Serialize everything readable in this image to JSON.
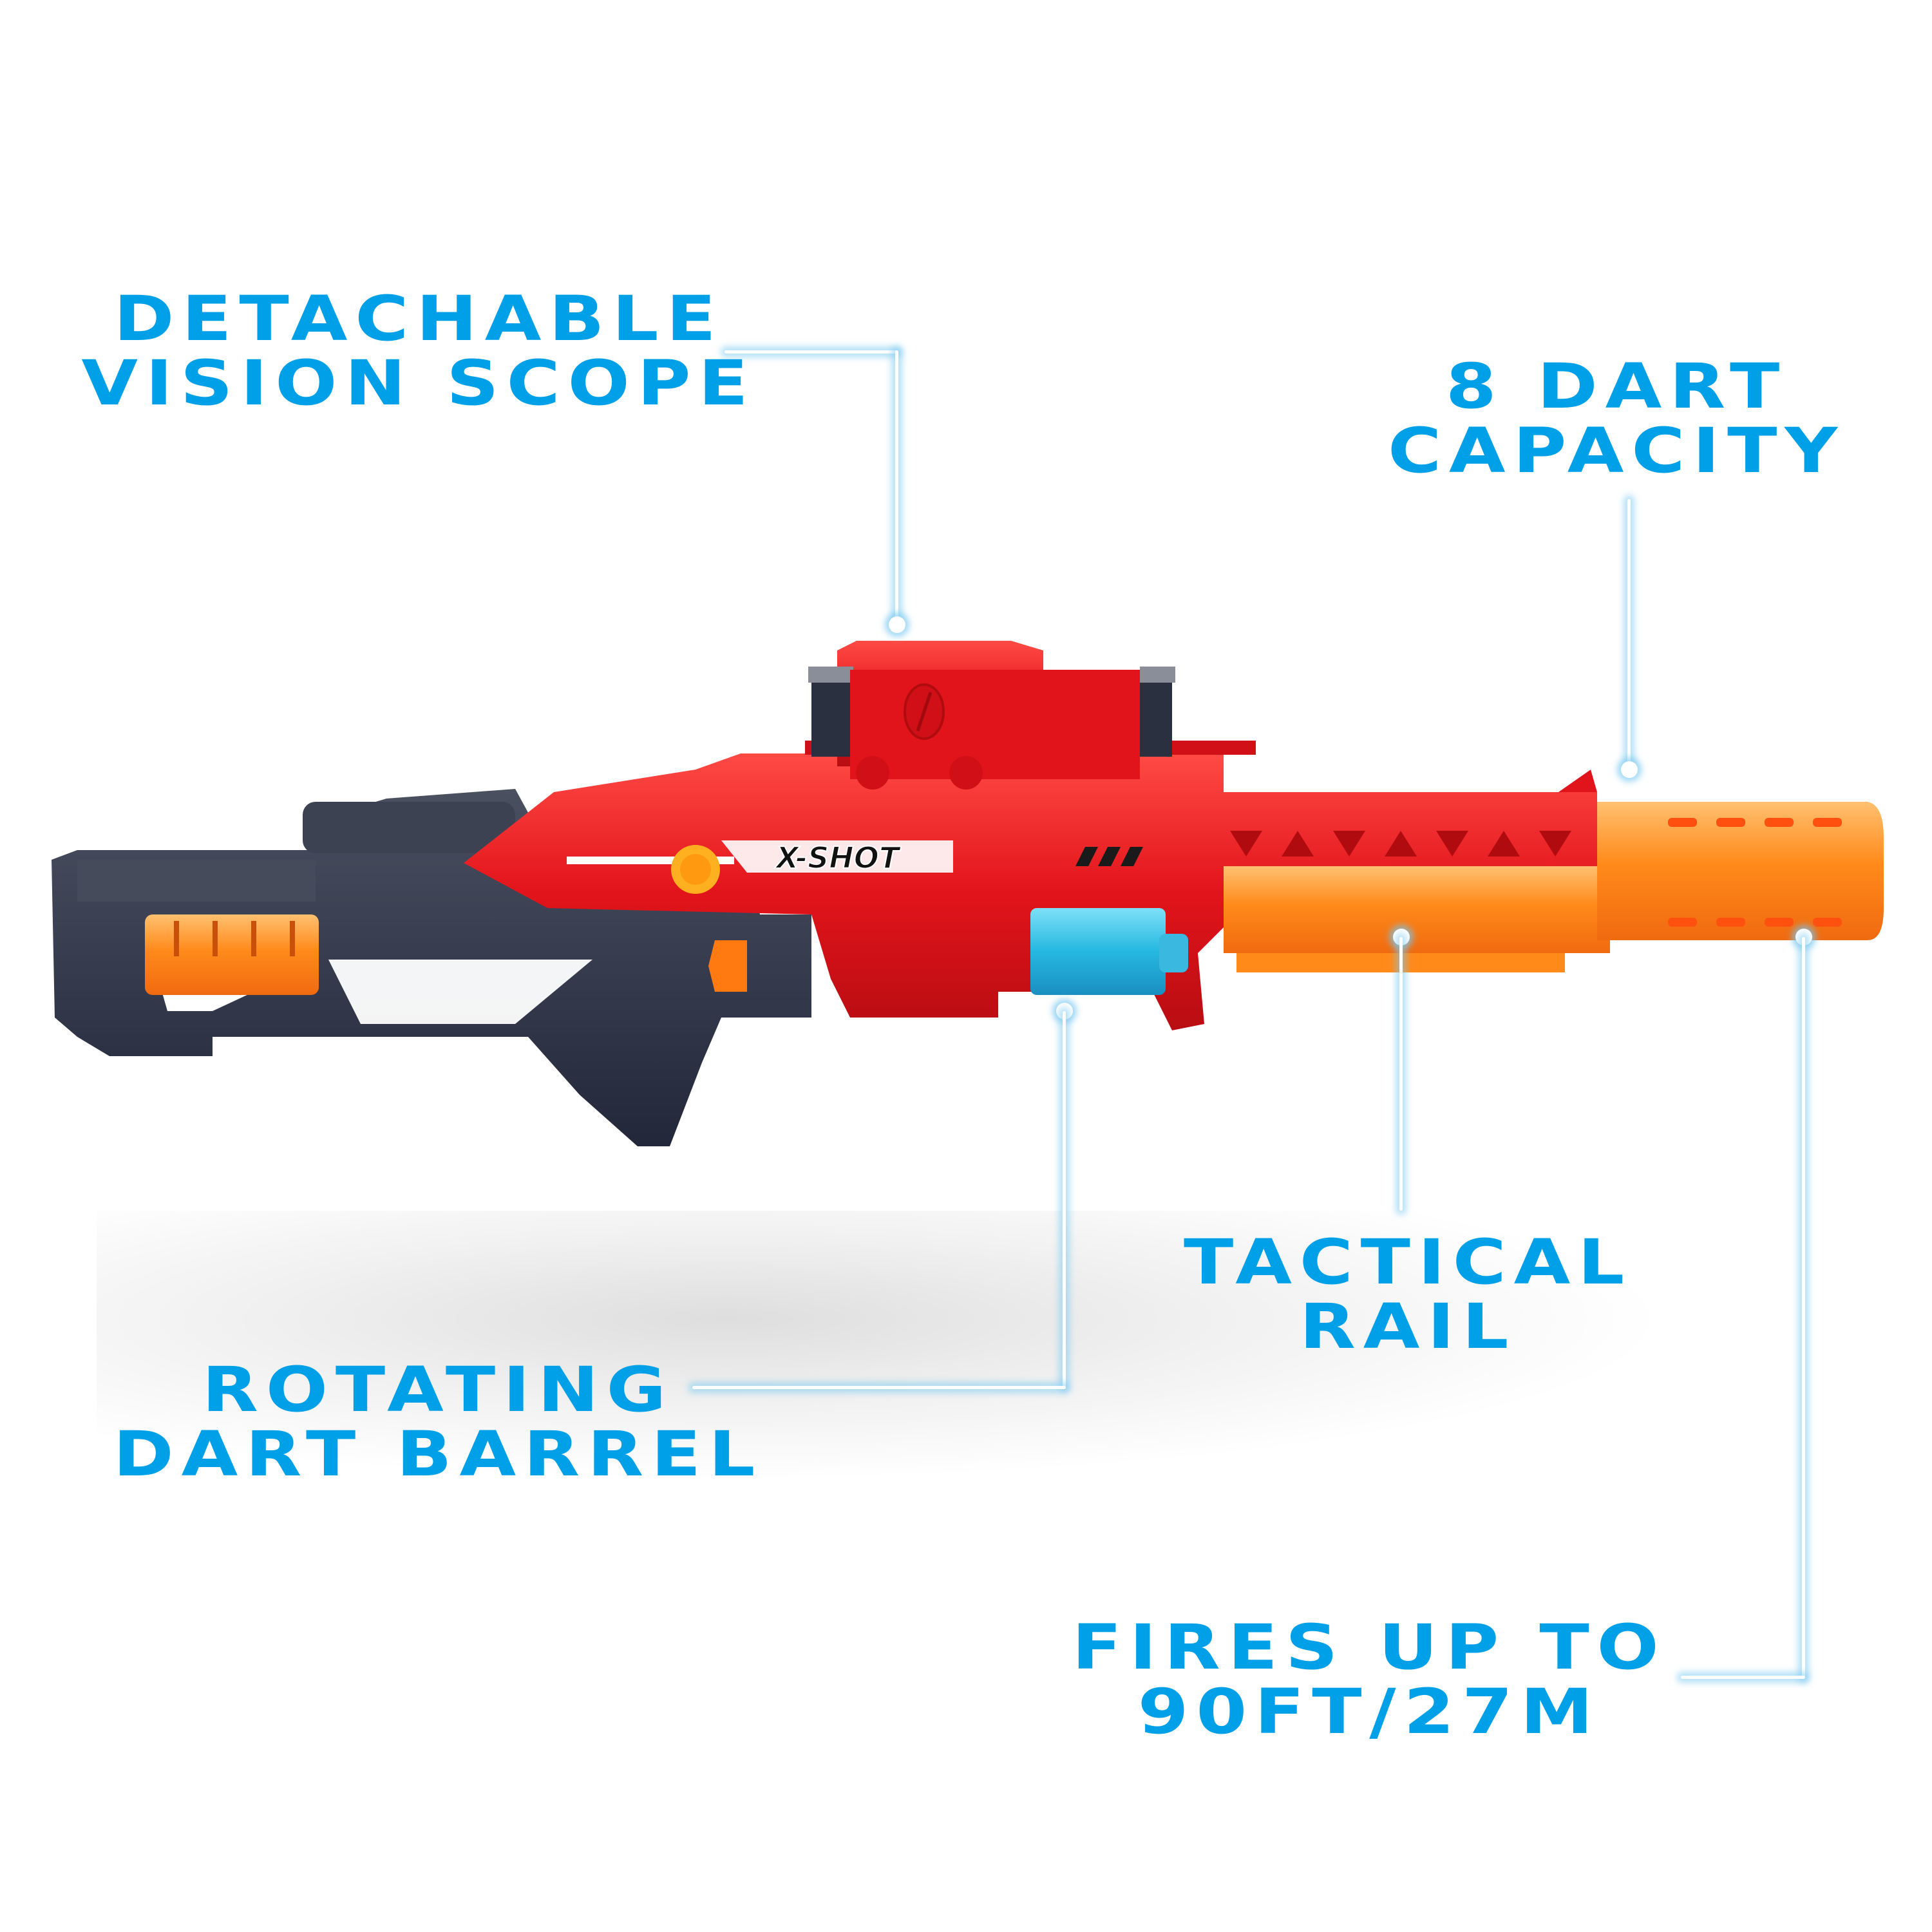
{
  "product": {
    "brand_logo": "X-SHOT",
    "colors": {
      "label_text": "#00A0E8",
      "callout_line": "#FFFFFF",
      "callout_glow": "#78C8F0",
      "body_red": "#E2141B",
      "stock_navy": "#2A3040",
      "barrel_orange": "#FF8A1A",
      "cylinder_blue": "#25B8E0"
    }
  },
  "callouts": {
    "scope": {
      "line1": "DETACHABLE",
      "line2": "VISION SCOPE"
    },
    "capacity": {
      "line1": "8 DART",
      "line2": "CAPACITY"
    },
    "rail": {
      "line1": "TACTICAL",
      "line2": "RAIL"
    },
    "barrel": {
      "line1": "ROTATING",
      "line2": "DART BARREL"
    },
    "range": {
      "line1": "FIRES UP TO",
      "line2": "90FT/27M"
    }
  }
}
